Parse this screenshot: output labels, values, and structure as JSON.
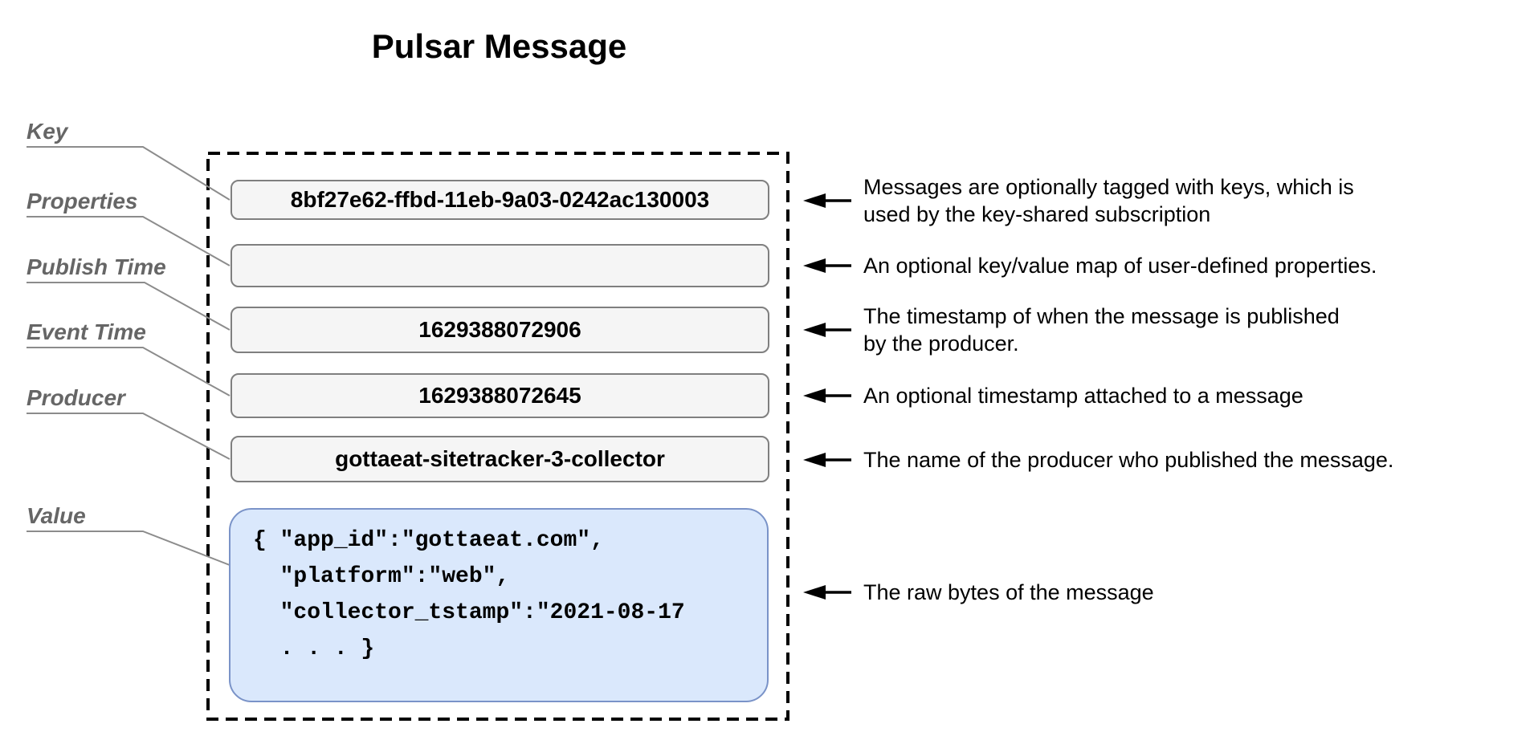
{
  "title": "Pulsar Message",
  "fields": {
    "key": {
      "label": "Key",
      "value": "8bf27e62-ffbd-11eb-9a03-0242ac130003"
    },
    "properties": {
      "label": "Properties",
      "value": ""
    },
    "publish_time": {
      "label": "Publish Time",
      "value": "1629388072906"
    },
    "event_time": {
      "label": "Event Time",
      "value": "1629388072645"
    },
    "producer": {
      "label": "Producer",
      "value": "gottaeat-sitetracker-3-collector"
    },
    "value": {
      "label": "Value",
      "value": "{ \"app_id\":\"gottaeat.com\",\n  \"platform\":\"web\",\n  \"collector_tstamp\":\"2021-08-17\n  . . . }"
    }
  },
  "annotations": {
    "key": "Messages are optionally tagged with keys, which is\nused by the key-shared subscription",
    "properties": "An optional key/value map of user-defined properties.",
    "publish_time": "The timestamp of when the message is published\nby the producer.",
    "event_time": "An optional timestamp attached to a message",
    "producer": "The name of the producer who published the message.",
    "value": "The raw bytes of the message"
  },
  "colors": {
    "label_text": "#666666",
    "connector_line": "#8c8c8c",
    "field_box_fill": "#f5f5f5",
    "field_box_border": "#7f7f7f",
    "value_box_fill": "#dae8fc",
    "value_box_border": "#7a93c8",
    "dashed_boundary": "#000000",
    "arrow": "#000000"
  }
}
